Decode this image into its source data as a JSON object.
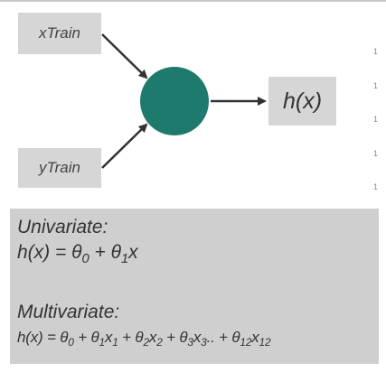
{
  "nodes": {
    "input_1": "xTrain",
    "input_2": "yTrain",
    "output": "h(x)"
  },
  "colors": {
    "node_fill": "#1d7a6d",
    "box_fill": "#d6d6d6",
    "panel_fill": "#cfcfcf",
    "arrow": "#333333"
  },
  "side_marks": [
    "1",
    "1",
    "1",
    "1",
    "1"
  ],
  "equations": {
    "univariate_heading": "Univariate:",
    "univariate": {
      "lhs": "h(x) = θ",
      "sub0": "0",
      "mid": " + θ",
      "sub1": "1",
      "tail": "x"
    },
    "multivariate_heading": "Multivariate:",
    "multivariate": {
      "t0": "h(x) = θ",
      "s0": "0",
      "t1": " + θ",
      "s1": "1",
      "t2": "x",
      "s2": "1",
      "t3": " + θ",
      "s3": "2",
      "t4": "x",
      "s4": "2",
      "t5": " + θ",
      "s5": "3",
      "t6": "x",
      "s6": "3",
      "t7": ".. + θ",
      "s7": "12",
      "t8": "x",
      "s8": "12"
    }
  }
}
